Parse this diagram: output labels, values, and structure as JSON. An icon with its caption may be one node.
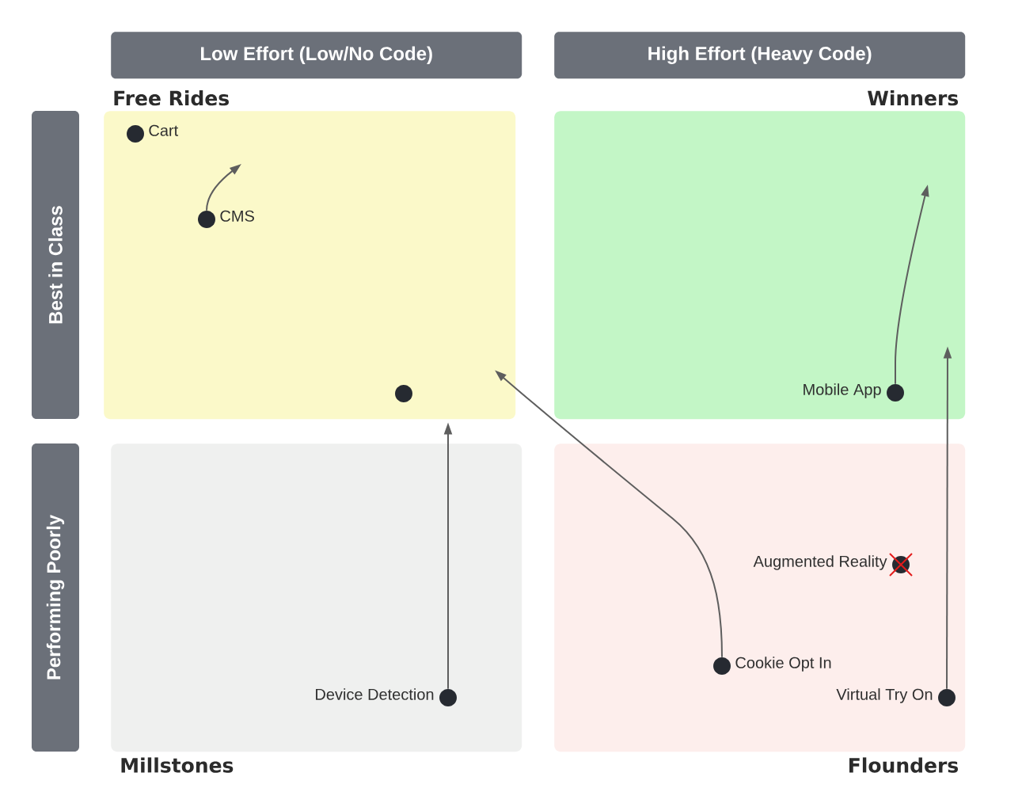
{
  "diagram": {
    "nodes": [
      {
        "text": [
          "Low Effort (Low/No Code)"
        ]
      },
      {
        "text": [
          "High Effort (Heavy Code)"
        ]
      },
      {
        "text": [
          "Best in Class"
        ]
      },
      {
        "text": [
          "Performing Poorly"
        ]
      },
      {
        "text": [
          "Free Rides"
        ]
      },
      {
        "text": [
          "Winners"
        ]
      },
      {
        "text": [
          "Millstones"
        ]
      },
      {
        "text": [
          "Flounders"
        ]
      },
      {
        "text": [],
        "shape": "circle",
        "beside": [
          "Cart"
        ],
        "in": 4
      },
      {
        "text": [],
        "shape": "circle",
        "beside": [
          "CMS"
        ],
        "in": 4
      },
      {
        "text": [],
        "shape": "circle",
        "in": 4
      },
      {
        "text": [],
        "shape": "circle",
        "beside": [
          "Mobile App"
        ],
        "in": 5
      },
      {
        "text": [],
        "shape": "circle",
        "beside": [
          "Device Detection"
        ],
        "in": 6
      },
      {
        "text": [],
        "shape": "circle",
        "beside": [
          "Augmented Reality"
        ],
        "in": 7
      },
      {
        "text": [],
        "shape": "circle",
        "beside": [
          "Cookie Opt In"
        ],
        "in": 7
      },
      {
        "text": [],
        "shape": "circle",
        "beside": [
          "Virtual Try On"
        ],
        "in": 7
      }
    ],
    "edges": [
      {
        "from": 9,
        "to": null,
        "arrow": "to"
      },
      {
        "from": 11,
        "to": null,
        "arrow": "to"
      },
      {
        "from": 12,
        "to": 4,
        "arrow": "to"
      },
      {
        "from": 14,
        "to": 4,
        "arrow": "to"
      },
      {
        "from": 15,
        "to": 5,
        "arrow": "to"
      }
    ]
  }
}
